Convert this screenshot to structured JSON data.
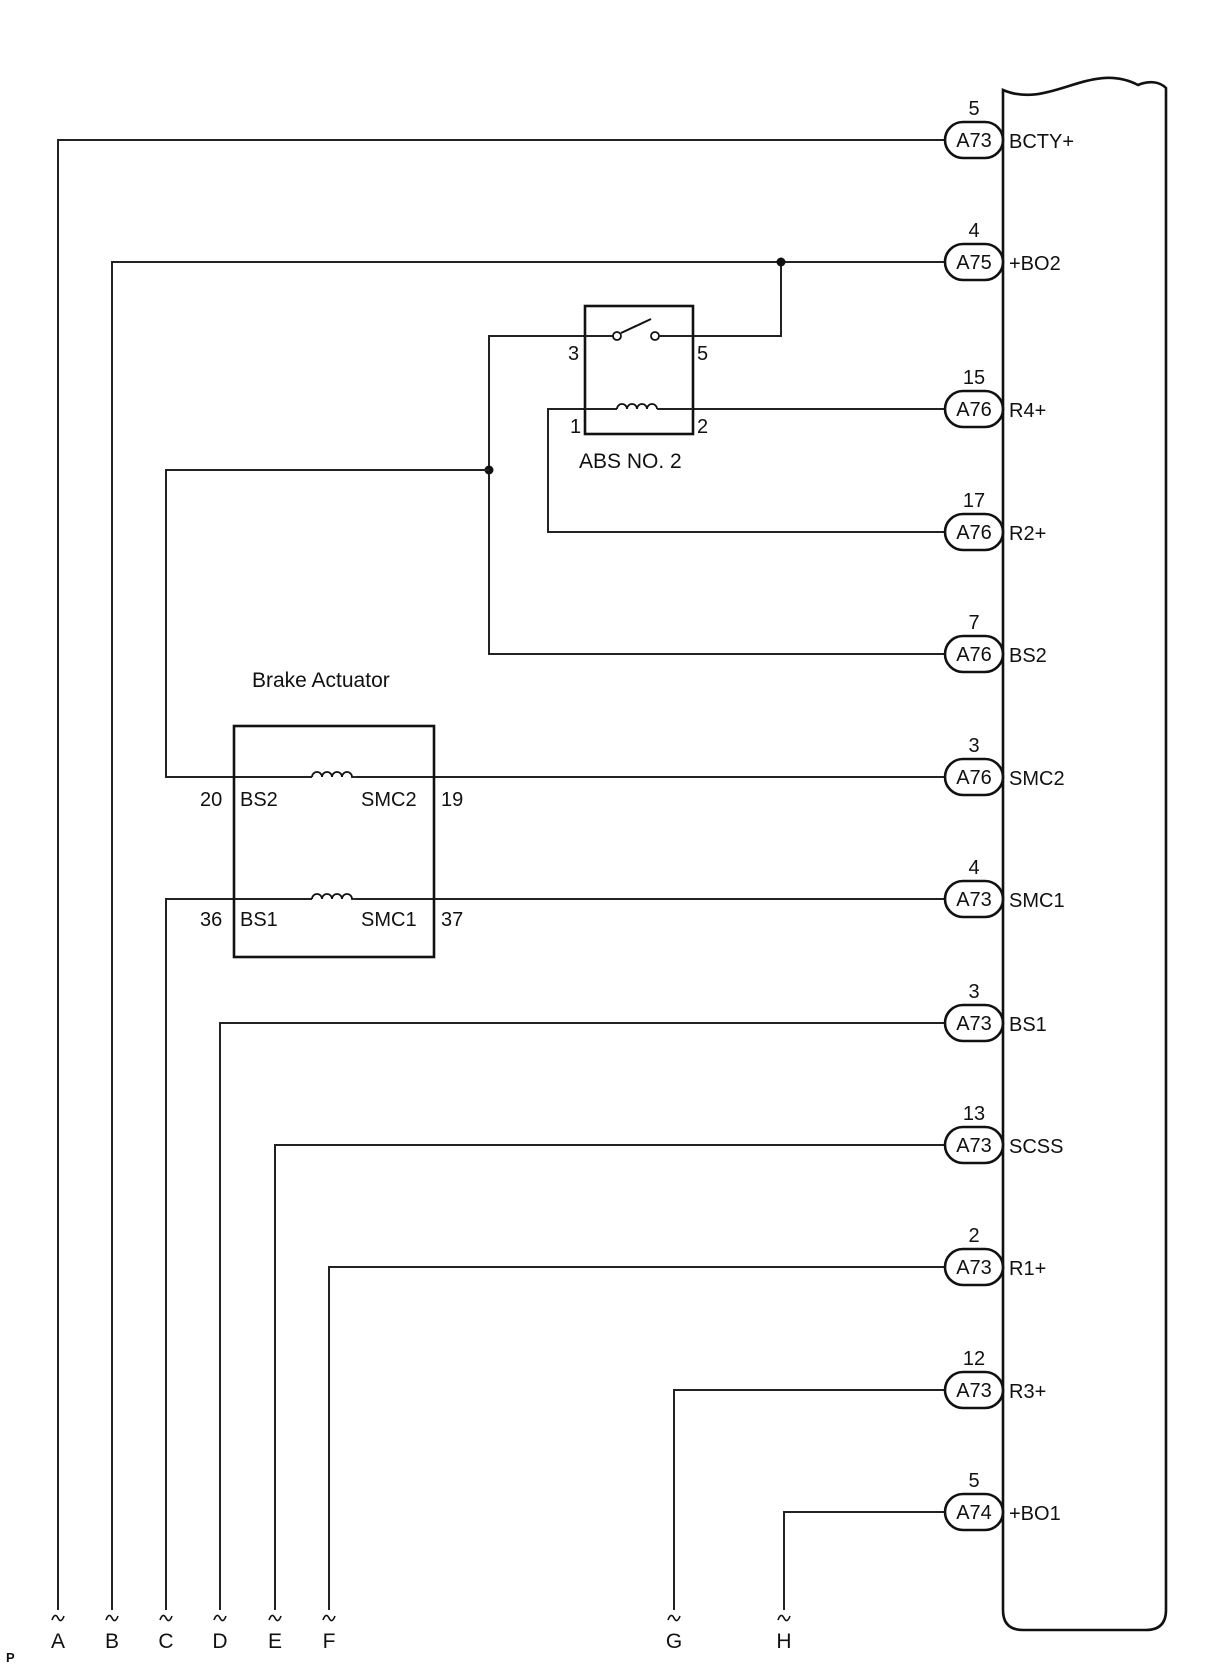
{
  "ecu_terminals": [
    {
      "pin": "5",
      "connector": "A73",
      "signal": "BCTY+"
    },
    {
      "pin": "4",
      "connector": "A75",
      "signal": "+BO2"
    },
    {
      "pin": "15",
      "connector": "A76",
      "signal": "R4+"
    },
    {
      "pin": "17",
      "connector": "A76",
      "signal": "R2+"
    },
    {
      "pin": "7",
      "connector": "A76",
      "signal": "BS2"
    },
    {
      "pin": "3",
      "connector": "A76",
      "signal": "SMC2"
    },
    {
      "pin": "4",
      "connector": "A73",
      "signal": "SMC1"
    },
    {
      "pin": "3",
      "connector": "A73",
      "signal": "BS1"
    },
    {
      "pin": "13",
      "connector": "A73",
      "signal": "SCSS"
    },
    {
      "pin": "2",
      "connector": "A73",
      "signal": "R1+"
    },
    {
      "pin": "12",
      "connector": "A73",
      "signal": "R3+"
    },
    {
      "pin": "5",
      "connector": "A74",
      "signal": "+BO1"
    }
  ],
  "relay": {
    "name": "ABS NO. 2",
    "pins": {
      "switch_in": "3",
      "switch_out": "5",
      "coil_in": "1",
      "coil_out": "2"
    }
  },
  "actuator": {
    "name": "Brake Actuator",
    "coils": [
      {
        "left_pin": "20",
        "left_label": "BS2",
        "right_label": "SMC2",
        "right_pin": "19"
      },
      {
        "left_pin": "36",
        "left_label": "BS1",
        "right_label": "SMC1",
        "right_pin": "37"
      }
    ]
  },
  "continuation_labels": [
    "A",
    "B",
    "C",
    "D",
    "E",
    "F",
    "G",
    "H"
  ],
  "corner_mark": "P"
}
